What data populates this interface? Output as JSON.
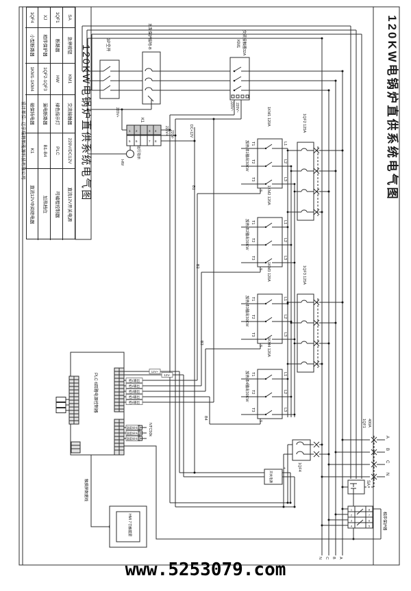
{
  "watermark": "www.5253079.com",
  "titles": {
    "drawing": "120KW电锅炉直供系统电气图",
    "designer": "设计单位: 辽宁瑞特新能源科技有限公司"
  },
  "legend": {
    "rows": [
      [
        "SA",
        "急停按钮",
        "KM1",
        "交流接触器",
        "220V/DC12V",
        "直流12V开关电源"
      ],
      [
        "1QF1",
        "断路器",
        "HW",
        "绿色指示灯",
        "PLC",
        "可编程控制器"
      ],
      [
        "XJ",
        "相序保护器",
        "1QF2-1QF3",
        "漏电断路器",
        "B1-B4",
        "加热档位"
      ],
      [
        "1QF4",
        "小型断路器",
        "1KM1-1KM4",
        "磁保持电器",
        "K1",
        "直流12V中间继电器"
      ]
    ]
  },
  "top": {
    "breaker3p": "3P空开",
    "pump_label": "水泵保护接地-B",
    "km1_name": "KM1",
    "km1_desc": "交流接触器32A",
    "v220ac": "220V~"
  },
  "control": {
    "k1": "K1",
    "hw": "HW",
    "hw_note": "运行指示",
    "v220p": "220V+",
    "v220n": "220V-",
    "dc12": "DC+12V",
    "k1_terminals": [
      "1",
      "2",
      "3",
      "4",
      "5",
      "6",
      "7",
      "8"
    ]
  },
  "heaters": {
    "t": [
      "T1",
      "T2",
      "T3"
    ],
    "l": [
      "L1",
      "L2",
      "L3"
    ],
    "m": "M",
    "qf2": "1QF2 125A",
    "qf3": "1QF3 125A",
    "groups": [
      {
        "km": "1KM1 120A",
        "load": "加热体1输出30KW",
        "b": "B1"
      },
      {
        "km": "1KM2 120A",
        "load": "加热体2输出30KW",
        "b": "B2"
      },
      {
        "km": "1KM3 120A",
        "load": "加热体3输出30KW",
        "b": "B3"
      },
      {
        "km": "1KM4 120A",
        "load": "加热体4输出30KW",
        "b": "B4"
      }
    ]
  },
  "plc": {
    "label": "PLC 6回路电源控制器",
    "out_labels": [
      "12V+",
      "12V-",
      "档1输出",
      "档2输出",
      "档3输出",
      "档4输出",
      "档5输出"
    ],
    "ntc": "NTC50k",
    "ntc_labels": [
      "温度探头",
      "温度探头",
      "温度探头"
    ]
  },
  "hmi": {
    "label": "HMI 7寸触摸屏",
    "cable": "触摸屏数据线"
  },
  "mains": {
    "qf1_name": "1QF1",
    "qf1_amp": "400A",
    "phases_in": [
      "A",
      "B",
      "C",
      "N"
    ],
    "phases_bottom": [
      "N",
      "C",
      "B",
      "A"
    ],
    "sa": "SA",
    "xj": "相序保护器",
    "xj_terminals_l": [
      "1",
      "2",
      "3",
      "4"
    ],
    "xj_terminals_r": [
      "8",
      "7",
      "6",
      "5"
    ],
    "qf4": "1QF4",
    "psu": "开关电源",
    "psu_plus": "+"
  },
  "colors": {
    "wire": "#2b2b2b",
    "red_wire": "#b05a4a",
    "blue_wire": "#6f7fa8"
  }
}
